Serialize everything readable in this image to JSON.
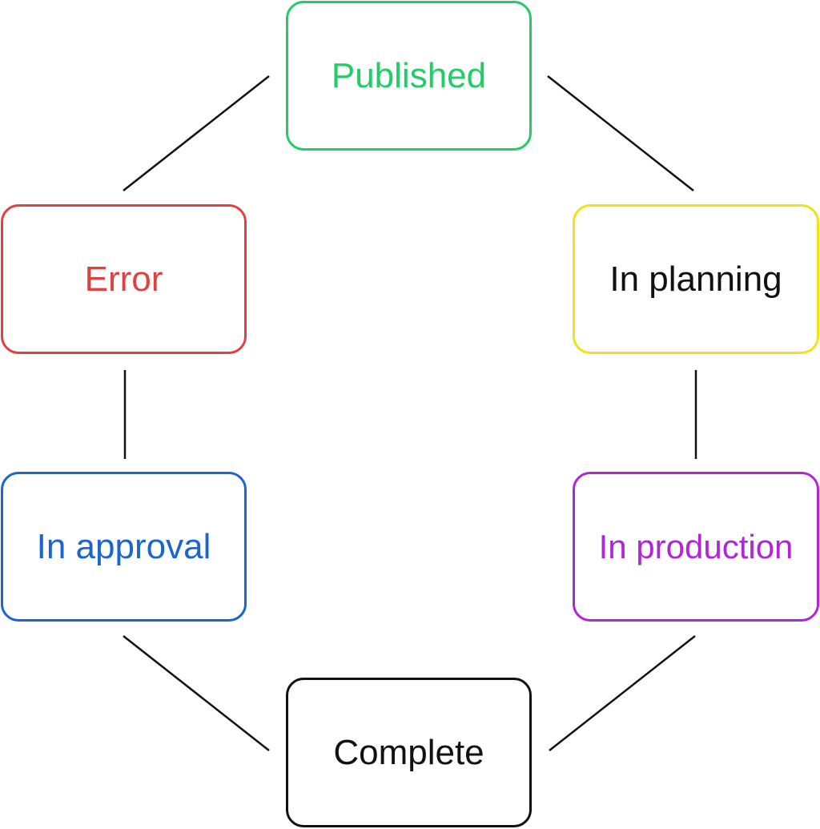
{
  "nodes": {
    "published": {
      "label": "Published",
      "border_color": "#22cc66",
      "text_color": "#22cc66"
    },
    "planning": {
      "label": "In planning",
      "border_color": "#f2e01a",
      "text_color": "#111111"
    },
    "production": {
      "label": "In production",
      "border_color": "#b025d6",
      "text_color": "#b025d6"
    },
    "complete": {
      "label": "Complete",
      "border_color": "#111111",
      "text_color": "#111111"
    },
    "approval": {
      "label": "In approval",
      "border_color": "#1a66cc",
      "text_color": "#1a66cc"
    },
    "error": {
      "label": "Error",
      "border_color": "#e04040",
      "text_color": "#e04040"
    }
  },
  "edges": [
    [
      "published",
      "planning"
    ],
    [
      "planning",
      "production"
    ],
    [
      "production",
      "complete"
    ],
    [
      "complete",
      "approval"
    ],
    [
      "approval",
      "error"
    ],
    [
      "error",
      "published"
    ]
  ]
}
